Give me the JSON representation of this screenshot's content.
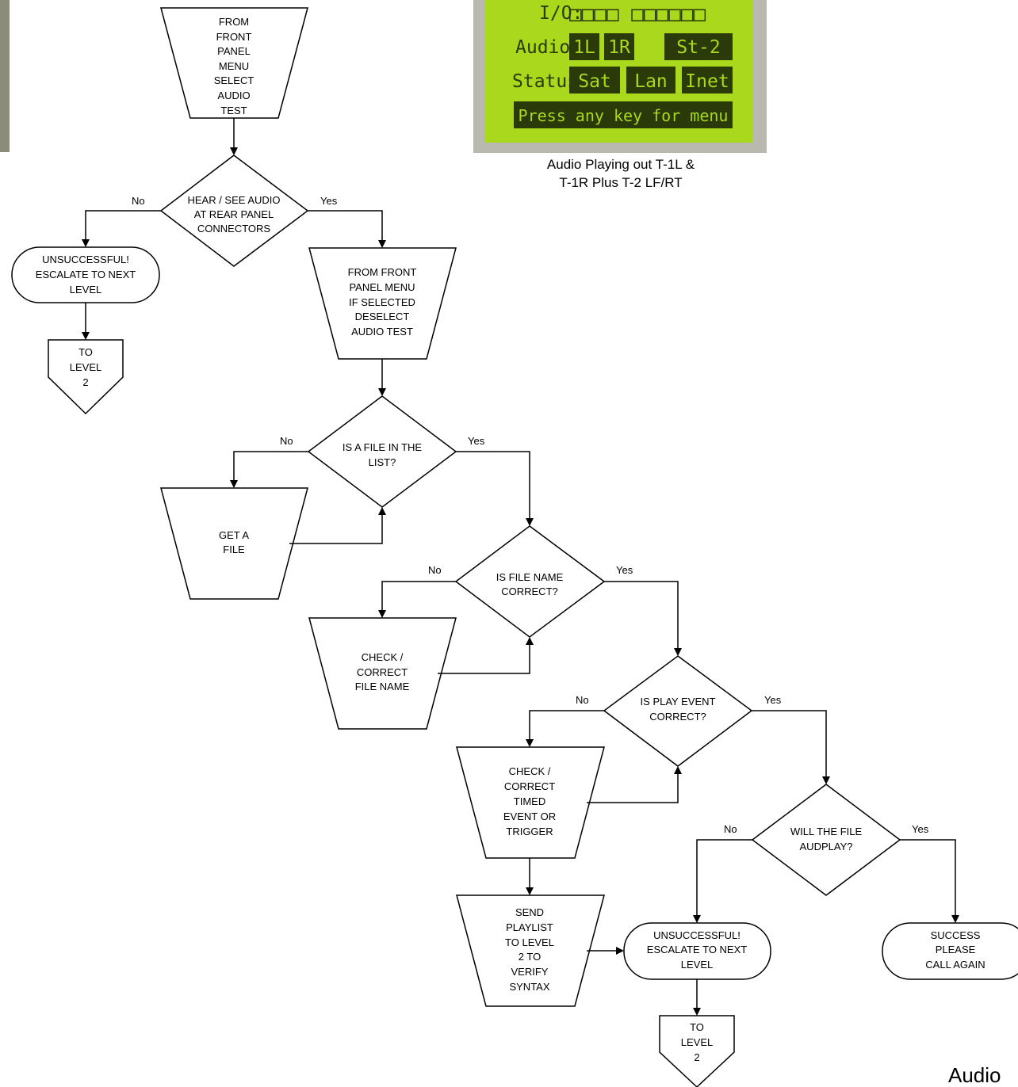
{
  "flowchart": {
    "start": [
      "FROM",
      "FRONT",
      "PANEL",
      "MENU",
      "SELECT",
      "AUDIO",
      "TEST"
    ],
    "d_hear": [
      "HEAR / SEE AUDIO",
      "AT REAR PANEL",
      "CONNECTORS"
    ],
    "unsuccessful_1": [
      "UNSUCCESSFUL!",
      "ESCALATE TO NEXT",
      "LEVEL"
    ],
    "to_level_1": [
      "TO",
      "LEVEL",
      "2"
    ],
    "deselect": [
      "FROM FRONT",
      "PANEL MENU",
      "IF SELECTED",
      "DESELECT",
      "AUDIO TEST"
    ],
    "d_file_in_list": [
      "IS A FILE IN THE",
      "LIST?"
    ],
    "get_file": [
      "GET A",
      "FILE"
    ],
    "d_file_name": [
      "IS FILE NAME",
      "CORRECT?"
    ],
    "check_file_name": [
      "CHECK /",
      "CORRECT",
      "FILE NAME"
    ],
    "d_play_event": [
      "IS PLAY EVENT",
      "CORRECT?"
    ],
    "check_timed": [
      "CHECK /",
      "CORRECT",
      "TIMED",
      "EVENT OR",
      "TRIGGER"
    ],
    "send_playlist": [
      "SEND",
      "PLAYLIST",
      "TO LEVEL",
      "2 TO",
      "VERIFY",
      "SYNTAX"
    ],
    "d_audplay": [
      "WILL THE FILE",
      "AUDPLAY?"
    ],
    "unsuccessful_2": [
      "UNSUCCESSFUL!",
      "ESCALATE TO NEXT",
      "LEVEL"
    ],
    "success": [
      "SUCCESS",
      "PLEASE",
      "CALL AGAIN"
    ],
    "to_level_2": [
      "TO",
      "LEVEL",
      "2"
    ],
    "edge_no": "No",
    "edge_yes": "Yes"
  },
  "lcd": {
    "io_label": "I/O:",
    "io_boxes": "□□□□   □□□□□□",
    "audio_label": "Audio:",
    "audio_1l": "1L",
    "audio_1r": "1R",
    "audio_st2": "St-2",
    "status_label": "Status:",
    "status_sat": "Sat",
    "status_lan": "Lan",
    "status_inet": "Inet",
    "prompt": "Press any key for menu",
    "caption_line1": "Audio Playing out T-1L &",
    "caption_line2": "T-1R Plus T-2 LF/RT",
    "colors": {
      "screen": "#a9d81c",
      "text_box": "#2a3a08",
      "text": "#a9d81c"
    }
  },
  "corner_text": "Audio"
}
